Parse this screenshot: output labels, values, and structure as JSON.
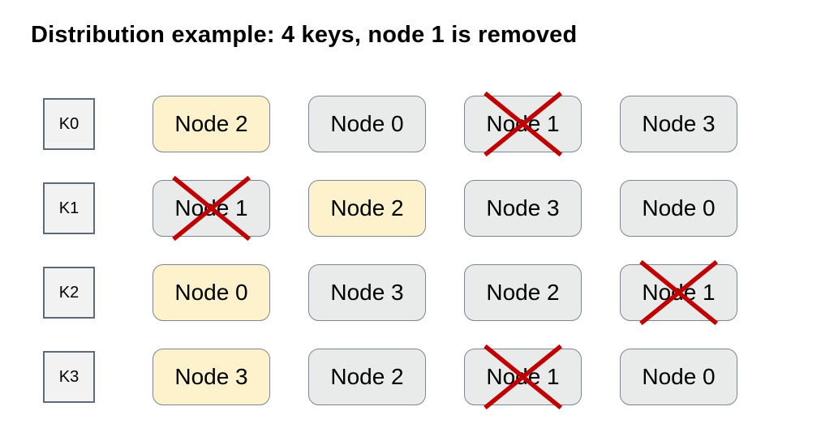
{
  "title": "Distribution example: 4 keys, node 1 is removed",
  "colors": {
    "text_color": "#000000",
    "highlight_fill": "#fdf2cc",
    "node_fill": "#e9eaea",
    "node_border": "#7a8695",
    "key_fill": "#f2f2f3",
    "key_border": "#5d6b79",
    "cross_color": "#c00000"
  },
  "grid": {
    "rows": [
      {
        "key": "K0",
        "nodes": [
          {
            "label": "Node 2",
            "highlighted": true,
            "removed": false
          },
          {
            "label": "Node 0",
            "highlighted": false,
            "removed": false
          },
          {
            "label": "Node 1",
            "highlighted": false,
            "removed": true
          },
          {
            "label": "Node 3",
            "highlighted": false,
            "removed": false
          }
        ]
      },
      {
        "key": "K1",
        "nodes": [
          {
            "label": "Node 1",
            "highlighted": false,
            "removed": true
          },
          {
            "label": "Node 2",
            "highlighted": true,
            "removed": false
          },
          {
            "label": "Node 3",
            "highlighted": false,
            "removed": false
          },
          {
            "label": "Node 0",
            "highlighted": false,
            "removed": false
          }
        ]
      },
      {
        "key": "K2",
        "nodes": [
          {
            "label": "Node 0",
            "highlighted": true,
            "removed": false
          },
          {
            "label": "Node 3",
            "highlighted": false,
            "removed": false
          },
          {
            "label": "Node 2",
            "highlighted": false,
            "removed": false
          },
          {
            "label": "Node 1",
            "highlighted": false,
            "removed": true
          }
        ]
      },
      {
        "key": "K3",
        "nodes": [
          {
            "label": "Node 3",
            "highlighted": true,
            "removed": false
          },
          {
            "label": "Node 2",
            "highlighted": false,
            "removed": false
          },
          {
            "label": "Node 1",
            "highlighted": false,
            "removed": true
          },
          {
            "label": "Node 0",
            "highlighted": false,
            "removed": false
          }
        ]
      }
    ]
  }
}
